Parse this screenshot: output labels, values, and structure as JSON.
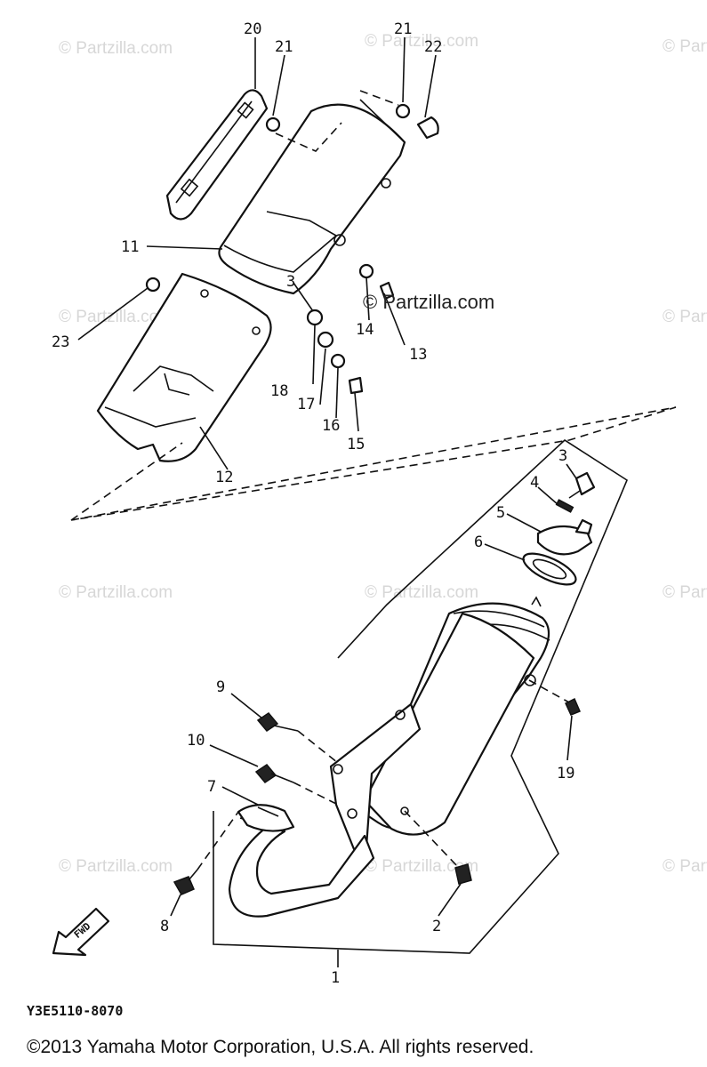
{
  "callouts": [
    "1",
    "2",
    "3",
    "4",
    "5",
    "6",
    "7",
    "8",
    "9",
    "10",
    "11",
    "12",
    "13",
    "14",
    "15",
    "16",
    "17",
    "18",
    "19",
    "20",
    "21",
    "22",
    "23"
  ],
  "diagram_code": "Y3E5110-8070",
  "copyright": "©2013 Yamaha Motor Corporation, U.S.A. All rights reserved.",
  "watermark": "© Partzilla.com",
  "fwd_label": "FWD"
}
